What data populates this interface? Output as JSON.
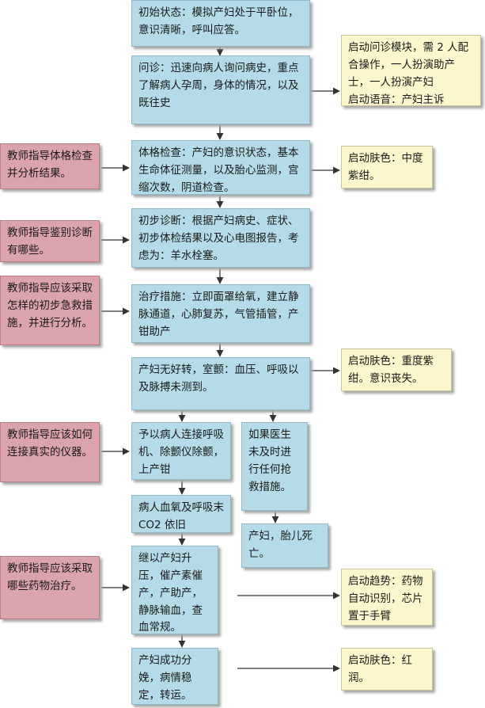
{
  "nodes": {
    "initial_state": "初始状态：模拟产妇处于平卧位，意识清晰，呼叫应答。",
    "inquiry": "问诊：迅速向病人询问病史，重点了解病人孕周，身体的情况，以及既往史",
    "inquiry_module": "启动问诊模块，需 2 人配合操作，一人扮演助产士，一人扮演产妇\n启动语音：产妇主诉",
    "physical_exam": "体格检查：产妇的意识状态，基本生命体征测量，以及胎心监测，宫缩次数，阴道检查。",
    "teacher_exam": "教师指导体格检查并分析结果。",
    "skin_cyanosis_moderate": "启动肤色：中度紫绀。",
    "initial_diagnosis": "初步诊断：根据产妇病史、症状、初步体检结果以及心电图报告，考虑为：羊水栓塞。",
    "teacher_differential": "教师指导鉴别诊断有哪些。",
    "treatment": "治疗措施：立即面罩给氧，建立静脉通道，心肺复苏，气管插管，产钳助产",
    "teacher_emergency": "教师指导应该采取怎样的初步急救措施，并进行分析。",
    "no_improvement": "产妇无好转，室颤：血压、呼吸以及脉搏未测到。",
    "skin_cyanosis_severe": "启动肤色：重度紫绀。意识丧失。",
    "connect_ventilator": "予以病人连接呼吸机、除颤仪除颤，上产钳",
    "teacher_instruments": "教师指导应该如何连接真实的仪器。",
    "no_rescue": "如果医生未及时进行任何抢救措施。",
    "maternal_fetal_death": "产妇，胎儿死亡。",
    "spo2_low": "病人血氧及呼吸末 CO2 依旧",
    "raise_bp": "继以产妇升压，催产素催产，产助产，静脉输血，查血常规。",
    "teacher_drugs": "教师指导应该采取哪些药物治疗。",
    "trend_chip": "启动趋势：药物自动识别，芯片置于手臂",
    "success_delivery": "产妇成功分娩，病情稳定，转运。",
    "skin_ruddy": "启动肤色：红润。"
  },
  "colors": {
    "main_box": "#b5dbe8",
    "teacher_box": "#dba3ac",
    "module_box": "#fbf6cd",
    "arrow": "#333333"
  }
}
